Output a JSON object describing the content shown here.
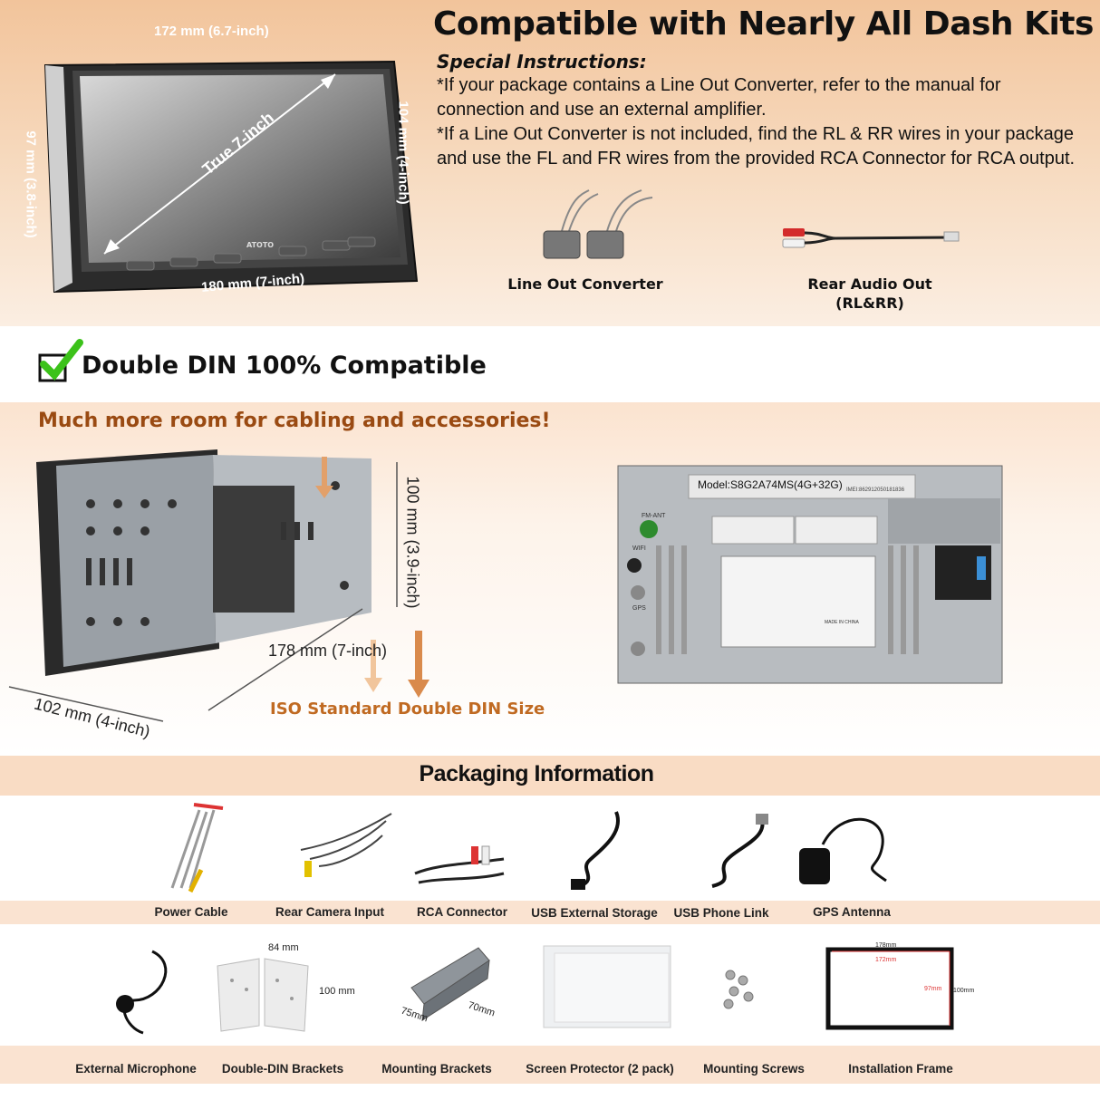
{
  "header": {
    "headline": "Compatible with Nearly All Dash Kits",
    "special_title": "Special Instructions:",
    "instructions": [
      "*If your package contains a Line Out Converter, refer to the manual for connection and use an external amplifier.",
      "*If a Line Out Converter is not included, find the RL & RR wires in your package and use the FL and FR wires from the provided RCA Connector for RCA output."
    ],
    "accessory_1": "Line Out Converter",
    "accessory_2_line1": "Rear Audio Out",
    "accessory_2_line2": "(RL&RR)"
  },
  "screen_dims": {
    "width": "172 mm (6.7-inch)",
    "diagonal": "True 7-inch",
    "right_height": "104 mm (4-inch)",
    "left_height": "97 mm (3.8-inch)",
    "bottom_width": "180 mm (7-inch)",
    "brand": "ATOTO"
  },
  "compat": {
    "label": "Double DIN 100% Compatible",
    "room": "Much more room for cabling and accessories!"
  },
  "chassis_dims": {
    "height": "100 mm (3.9-inch)",
    "width": "178 mm (7-inch)",
    "depth": "102 mm (4-inch)",
    "iso": "ISO Standard Double DIN Size"
  },
  "rear_panel": {
    "model": "Model:S8G2A74MS(4G+32G)",
    "imei": "IMEI:862912050181836",
    "fm_ant": "FM-ANT",
    "wifi": "WIFI",
    "gps": "GPS",
    "made_in": "MADE IN CHINA"
  },
  "packaging": {
    "title": "Packaging Information",
    "row1": [
      "Power Cable",
      "Rear Camera Input",
      "RCA Connector",
      "USB External Storage",
      "USB Phone Link",
      "GPS Antenna"
    ],
    "row2": [
      "External Microphone",
      "Double-DIN Brackets",
      "Mounting Brackets",
      "Screen Protector (2 pack)",
      "Mounting Screws",
      "Installation Frame"
    ],
    "bracket_dims": {
      "w": "84 mm",
      "h": "100 mm"
    },
    "mounting_dims": {
      "a": "75mm",
      "b": "70mm"
    },
    "frame_dims": {
      "outer": "178mm",
      "inner": "172mm",
      "inner_h": "97mm",
      "outer_h": "100mm"
    }
  },
  "colors": {
    "accent_brown": "#9a4a12",
    "iso_orange": "#c06a22",
    "check_green": "#3cc21a",
    "band": "#f9dcc4"
  }
}
